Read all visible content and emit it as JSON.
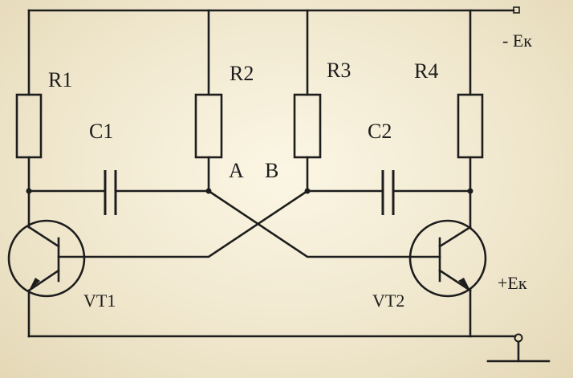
{
  "labels": {
    "r1": "R1",
    "r2": "R2",
    "r3": "R3",
    "r4": "R4",
    "c1": "C1",
    "c2": "C2",
    "node_a": "A",
    "node_b": "B",
    "vt1": "VT1",
    "vt2": "VT2",
    "supply_neg": "- Eк",
    "supply_pos": "+Eк"
  },
  "icons": {
    "transistor": "pnp-transistor-symbol",
    "ground": "ground-icon",
    "terminal": "terminal-icon"
  },
  "colors": {
    "ink": "#1d1d1d",
    "paper": "#f1ead2"
  }
}
